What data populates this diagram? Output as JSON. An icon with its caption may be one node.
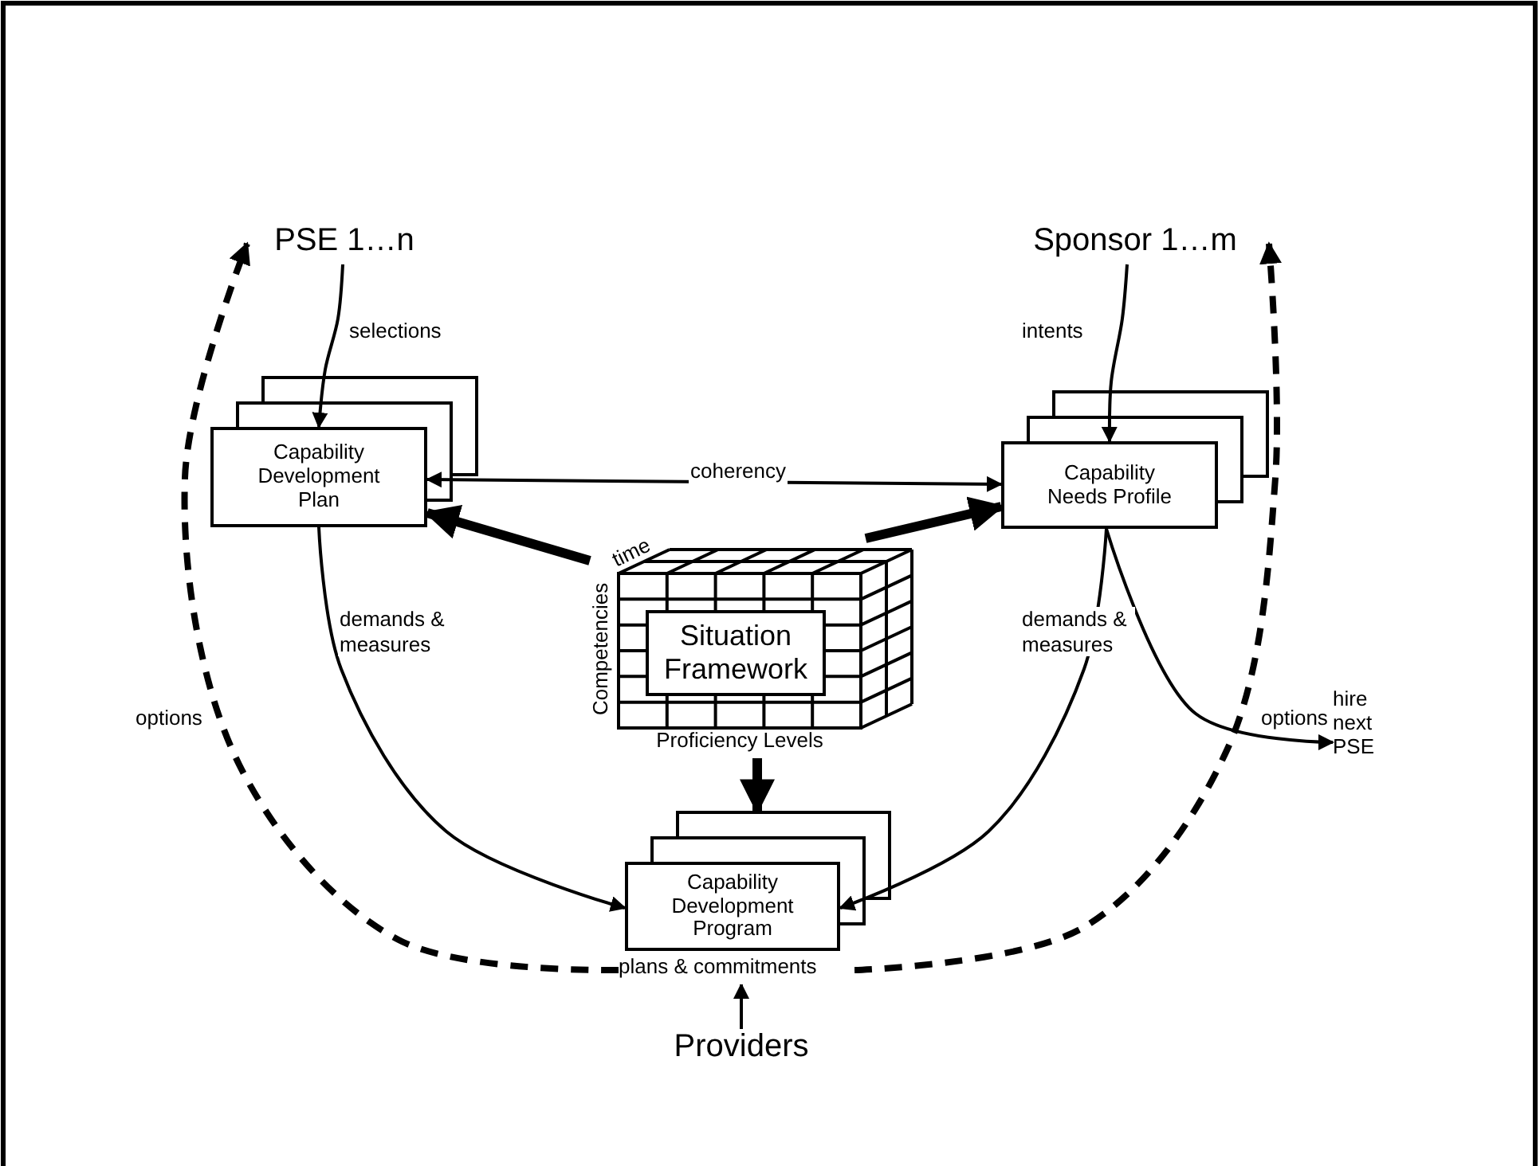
{
  "diagram": {
    "nodes": [
      {
        "text": [
          "PSE 1…n"
        ]
      },
      {
        "text": [
          "Sponsor 1…m"
        ]
      },
      {
        "text": [
          "Capability Development Plan"
        ]
      },
      {
        "text": [
          "Capability Needs Profile"
        ]
      },
      {
        "text": [
          "Situation Framework"
        ],
        "beside": [
          "time",
          "Competencies",
          "Proficiency Levels"
        ]
      },
      {
        "text": [
          "hire next PSE"
        ]
      },
      {
        "text": [
          "Capability Development Program"
        ]
      },
      {
        "text": [
          "plans & commitments"
        ]
      },
      {
        "text": [
          "Providers"
        ]
      }
    ],
    "edges": [
      {
        "from": 0,
        "to": 2,
        "arrow": "to",
        "label": "selections"
      },
      {
        "from": 1,
        "to": 3,
        "arrow": "to",
        "label": "intents"
      },
      {
        "from": 2,
        "to": 3,
        "arrow": "both",
        "label": "coherency"
      },
      {
        "from": 4,
        "to": 2,
        "arrow": "to",
        "style": "thick"
      },
      {
        "from": 4,
        "to": 3,
        "arrow": "to",
        "style": "thick"
      },
      {
        "from": 4,
        "to": 6,
        "arrow": "to",
        "style": "thick"
      },
      {
        "from": 2,
        "to": 6,
        "arrow": "to",
        "label": "demands & measures"
      },
      {
        "from": 3,
        "to": 6,
        "arrow": "to",
        "label": "demands & measures"
      },
      {
        "from": 3,
        "to": 5,
        "arrow": "to"
      },
      {
        "from": 7,
        "to": 0,
        "arrow": "to",
        "label": "options",
        "style": "dashed"
      },
      {
        "from": 7,
        "to": 1,
        "arrow": "to",
        "label": "options",
        "style": "dashed"
      },
      {
        "from": 8,
        "to": 7,
        "arrow": "to"
      }
    ]
  }
}
